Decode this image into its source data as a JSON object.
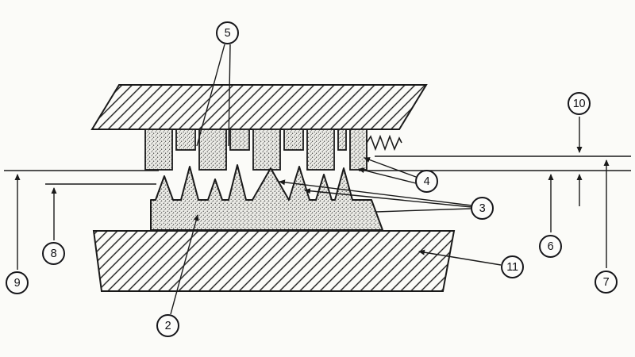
{
  "figure": {
    "type": "technical-cross-section-diagram",
    "description": "Patent-style sectional drawing of two toothed plates (upper castellated comb and lower spiked comb) on a hatched base, with datum lines and numbered reference callouts",
    "colors": {
      "background": "#fbfbf8",
      "line": "#1a1a1a",
      "stipple_fill": "#ebebe6",
      "stipple_dot": "#3c3c3c"
    }
  },
  "callouts": {
    "c2": {
      "label": "2"
    },
    "c3": {
      "label": "3"
    },
    "c4": {
      "label": "4"
    },
    "c5": {
      "label": "5"
    },
    "c6": {
      "label": "6"
    },
    "c7": {
      "label": "7"
    },
    "c8": {
      "label": "8"
    },
    "c9": {
      "label": "9"
    },
    "c10": {
      "label": "10"
    },
    "c11": {
      "label": "11"
    }
  }
}
